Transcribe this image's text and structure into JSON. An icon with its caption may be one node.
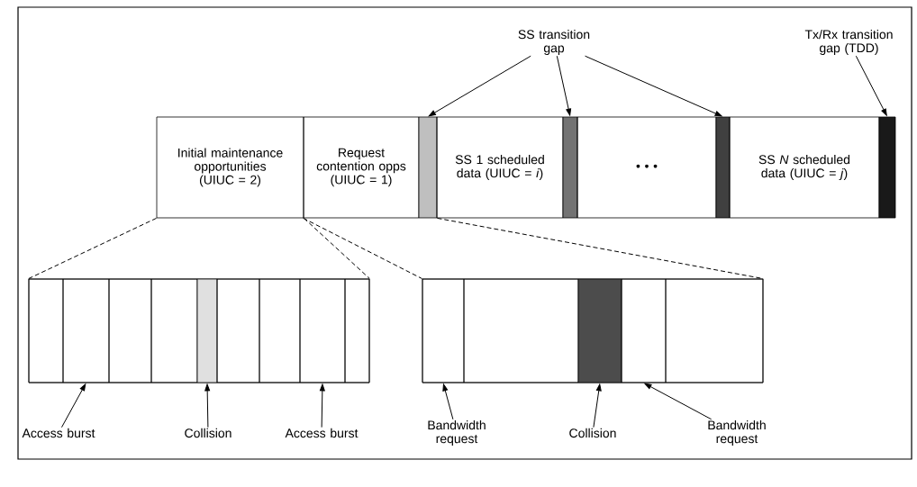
{
  "diagram": {
    "nodes": [
      {
        "text": [
          "Initial maintenance opportunities (UIUC = 2)"
        ]
      },
      {
        "text": [
          "Request contention opps (UIUC = 1)"
        ]
      },
      {
        "text": [],
        "shape": "bar"
      },
      {
        "text": [
          "SS 1 scheduled data (UIUC = *i*)"
        ]
      },
      {
        "text": [],
        "shape": "bar"
      },
      {
        "text": [
          "• • •"
        ]
      },
      {
        "text": [],
        "shape": "bar"
      },
      {
        "text": [
          "SS *N* scheduled data (UIUC = *j*)"
        ]
      },
      {
        "text": [],
        "shape": "bar"
      },
      {
        "text": [
          "SS transition gap"
        ]
      },
      {
        "text": [
          "Tx/Rx transition gap (TDD)"
        ]
      },
      {
        "text": [],
        "shape": "box"
      },
      {
        "text": [],
        "shape": "box",
        "in": 11
      },
      {
        "text": [],
        "shape": "box",
        "in": 11
      },
      {
        "text": [],
        "shape": "box",
        "in": 11
      },
      {
        "text": [],
        "shape": "box",
        "in": 11
      },
      {
        "text": [],
        "shape": "bar",
        "in": 11
      },
      {
        "text": [],
        "shape": "box",
        "in": 11
      },
      {
        "text": [],
        "shape": "box",
        "in": 11
      },
      {
        "text": [],
        "shape": "box",
        "in": 11
      },
      {
        "text": [],
        "shape": "box",
        "in": 11
      },
      {
        "text": [],
        "shape": "box"
      },
      {
        "text": [],
        "shape": "box",
        "in": 21
      },
      {
        "text": [],
        "shape": "box",
        "in": 21
      },
      {
        "text": [],
        "shape": "bar",
        "in": 21
      },
      {
        "text": [],
        "shape": "box",
        "in": 21
      },
      {
        "text": [],
        "shape": "box",
        "in": 21
      },
      {
        "text": [
          "Access burst"
        ]
      },
      {
        "text": [
          "Collision"
        ]
      },
      {
        "text": [
          "Access burst"
        ]
      },
      {
        "text": [
          "Bandwidth request"
        ]
      },
      {
        "text": [
          "Collision"
        ]
      },
      {
        "text": [
          "Bandwidth request"
        ]
      }
    ],
    "edges": [
      {
        "from": 9,
        "to": 2,
        "arrow": "to"
      },
      {
        "from": 9,
        "to": 4,
        "arrow": "to"
      },
      {
        "from": 9,
        "to": 6,
        "arrow": "to"
      },
      {
        "from": 10,
        "to": 8,
        "arrow": "to"
      },
      {
        "from": 0,
        "to": 11,
        "arrow": "none",
        "style": "dashed"
      },
      {
        "from": 0,
        "to": 11,
        "arrow": "none",
        "style": "dashed"
      },
      {
        "from": 1,
        "to": 21,
        "arrow": "none",
        "style": "dashed"
      },
      {
        "from": 2,
        "to": 21,
        "arrow": "none",
        "style": "dashed"
      },
      {
        "from": 27,
        "to": 13,
        "arrow": "to"
      },
      {
        "from": 28,
        "to": 16,
        "arrow": "to"
      },
      {
        "from": 29,
        "to": 19,
        "arrow": "to"
      },
      {
        "from": 30,
        "to": 22,
        "arrow": "to"
      },
      {
        "from": 31,
        "to": 24,
        "arrow": "to"
      },
      {
        "from": 32,
        "to": 25,
        "arrow": "to"
      }
    ]
  }
}
